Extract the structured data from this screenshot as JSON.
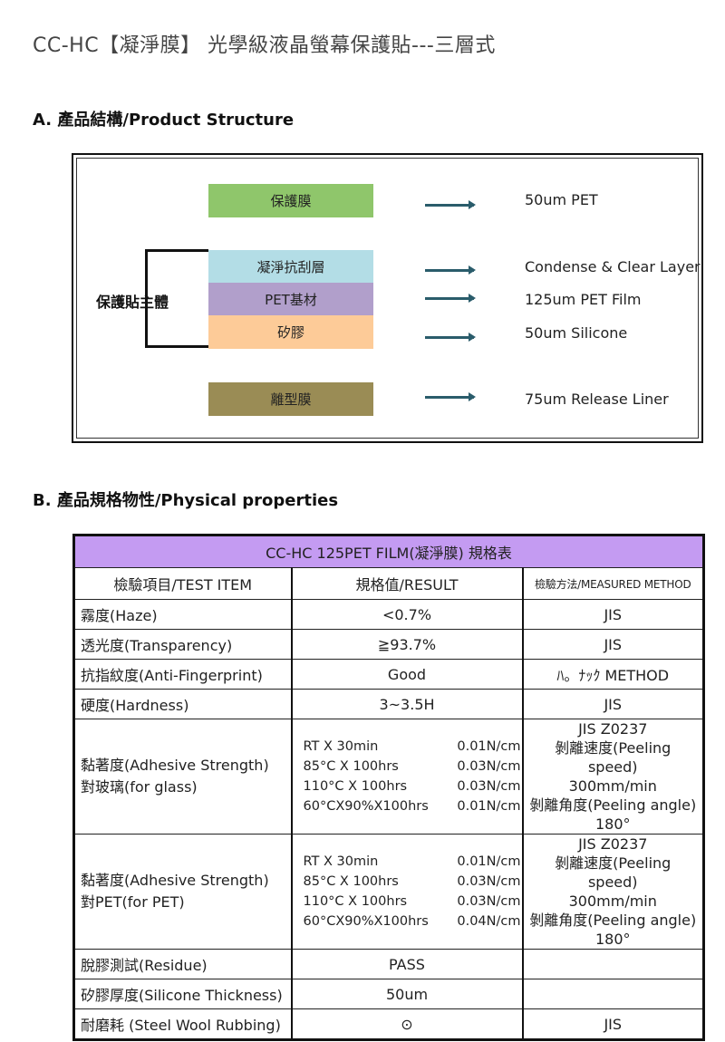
{
  "title": "CC-HC【凝淨膜】 光學級液晶螢幕保護貼---三層式",
  "section_a": "A. 產品結構/Product Structure",
  "section_b": "B. 產品規格物性/Physical properties",
  "structure": {
    "bracket_label": "保護貼主體",
    "layers": [
      {
        "label": "保護膜",
        "color": "#8fc66b",
        "spec": "50um PET"
      },
      {
        "label": "凝淨抗刮層",
        "color": "#b3dde6",
        "spec": "Condense & Clear Layer"
      },
      {
        "label": "PET基材",
        "color": "#b19fcb",
        "spec": "125um PET Film"
      },
      {
        "label": "矽膠",
        "color": "#fdcb98",
        "spec": "50um Silicone"
      },
      {
        "label": "離型膜",
        "color": "#9a8c55",
        "spec": "75um Release Liner"
      }
    ]
  },
  "table": {
    "caption": "CC-HC 125PET FILM(凝淨膜) 規格表",
    "headers": [
      "檢驗項目/TEST ITEM",
      "規格值/RESULT",
      "檢驗方法/MEASURED METHOD"
    ],
    "rows": [
      {
        "item": "霧度(Haze)",
        "result": "<0.7%",
        "method": "JIS"
      },
      {
        "item": "透光度(Transparency)",
        "result": "≧93.7%",
        "method": "JIS"
      },
      {
        "item": "抗指紋度(Anti-Fingerprint)",
        "result": "Good",
        "method": "ﾊ。ﾅｯｸ METHOD"
      },
      {
        "item": "硬度(Hardness)",
        "result": "3~3.5H",
        "method": "JIS"
      }
    ],
    "adhesion": [
      {
        "item_line1": "黏著度(Adhesive Strength)",
        "item_line2": "對玻璃(for glass)",
        "results": [
          [
            "RT X 30min",
            "0.01N/cm"
          ],
          [
            "85°C X 100hrs",
            "0.03N/cm"
          ],
          [
            "110°C X 100hrs",
            "0.03N/cm"
          ],
          [
            "60°CX90%X100hrs",
            "0.01N/cm"
          ]
        ],
        "method": [
          "JIS Z0237",
          "剝離速度(Peeling speed)",
          "300mm/min",
          "剝離角度(Peeling angle)",
          "180°"
        ]
      },
      {
        "item_line1": "黏著度(Adhesive Strength)",
        "item_line2": "對PET(for PET)",
        "results": [
          [
            "RT X 30min",
            "0.01N/cm"
          ],
          [
            "85°C X 100hrs",
            "0.03N/cm"
          ],
          [
            "110°C X 100hrs",
            "0.03N/cm"
          ],
          [
            "60°CX90%X100hrs",
            "0.04N/cm"
          ]
        ],
        "method": [
          "JIS Z0237",
          "剝離速度(Peeling speed)",
          "300mm/min",
          "剝離角度(Peeling angle)",
          "180°"
        ]
      }
    ],
    "bottom_rows": [
      {
        "item": "脫膠測試(Residue)",
        "result": "PASS",
        "method": ""
      },
      {
        "item": "矽膠厚度(Silicone Thickness)",
        "result": "50um",
        "method": ""
      },
      {
        "item": "耐磨耗 (Steel Wool Rubbing)",
        "result": "⊙",
        "method": "JIS"
      }
    ]
  }
}
